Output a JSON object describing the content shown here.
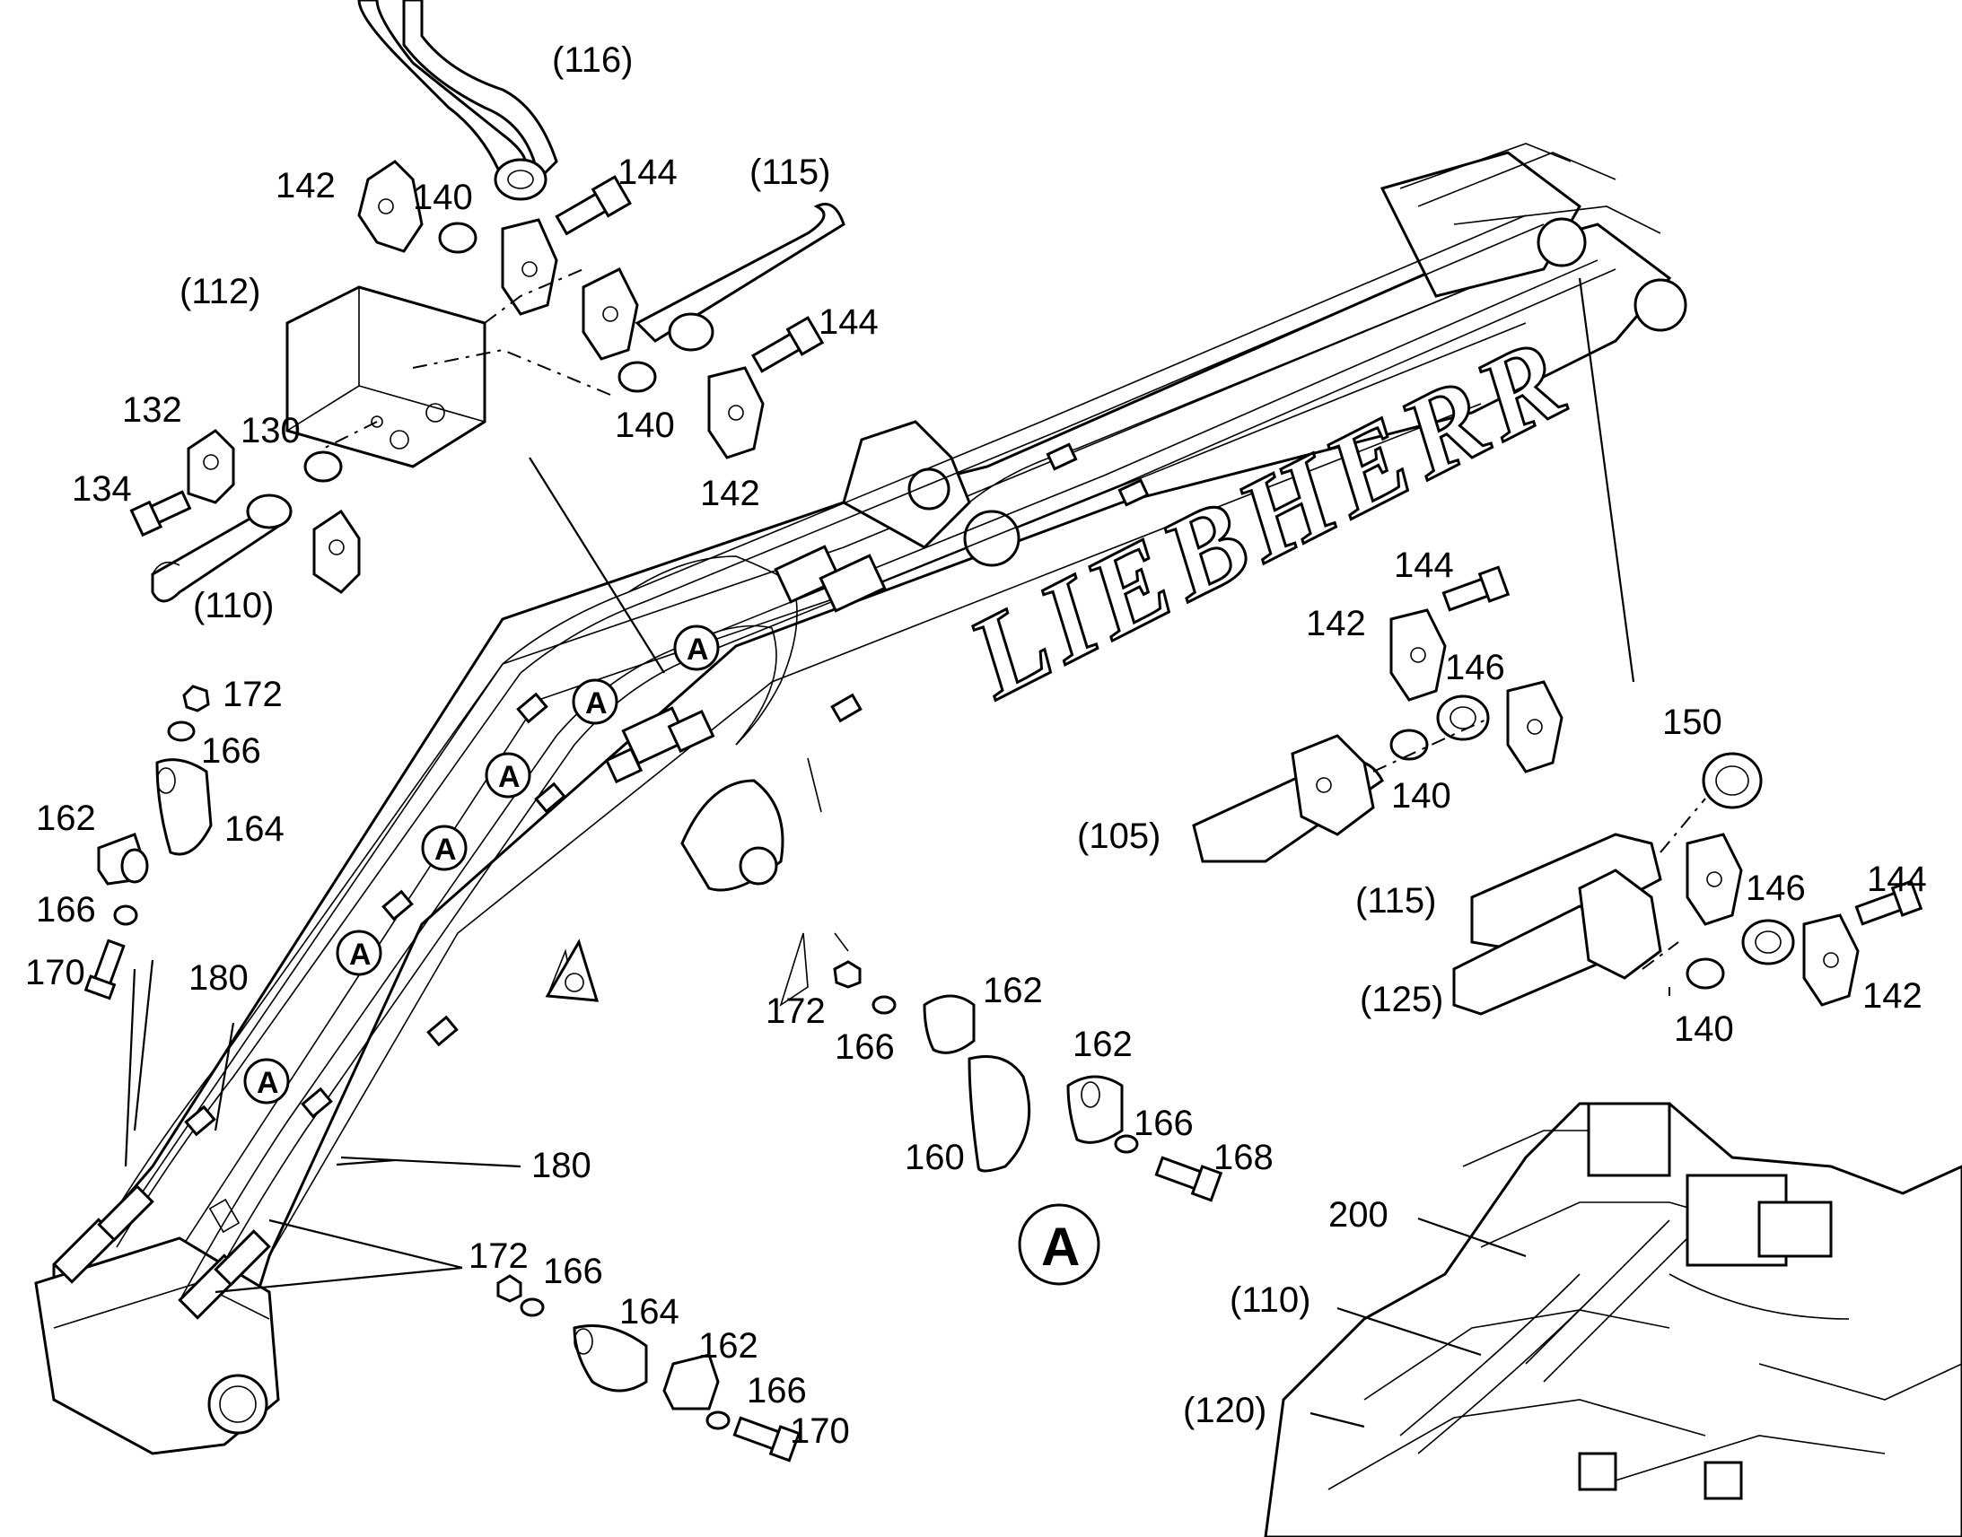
{
  "brand": "LIEBHERR",
  "callout_letter": "A",
  "detail_label": "A",
  "labels": {
    "l116": "(116)",
    "l115_top": "(115)",
    "l112": "(112)",
    "l110_top": "(110)",
    "l105": "(105)",
    "l115_right": "(115)",
    "l125": "(125)",
    "l110_bottom": "(110)",
    "l120": "(120)",
    "p142_a": "142",
    "p140_a": "140",
    "p144_a": "144",
    "p144_b": "144",
    "p140_b": "140",
    "p142_b": "142",
    "p132": "132",
    "p130": "130",
    "p134": "134",
    "p172_a": "172",
    "p166_a": "166",
    "p162_a": "162",
    "p164_a": "164",
    "p166_b": "166",
    "p170_a": "170",
    "p180_a": "180",
    "p180_b": "180",
    "p144_c": "144",
    "p142_c": "142",
    "p146_a": "146",
    "p140_c": "140",
    "p150": "150",
    "p144_d": "144",
    "p146_b": "146",
    "p142_d": "142",
    "p140_d": "140",
    "p172_b": "172",
    "p166_c": "166",
    "p162_b": "162",
    "p162_c": "162",
    "p166_d": "166",
    "p160": "160",
    "p168": "168",
    "p172_c": "172",
    "p166_e": "166",
    "p164_b": "164",
    "p162_d": "162",
    "p166_f": "166",
    "p170_b": "170",
    "p200": "200"
  }
}
